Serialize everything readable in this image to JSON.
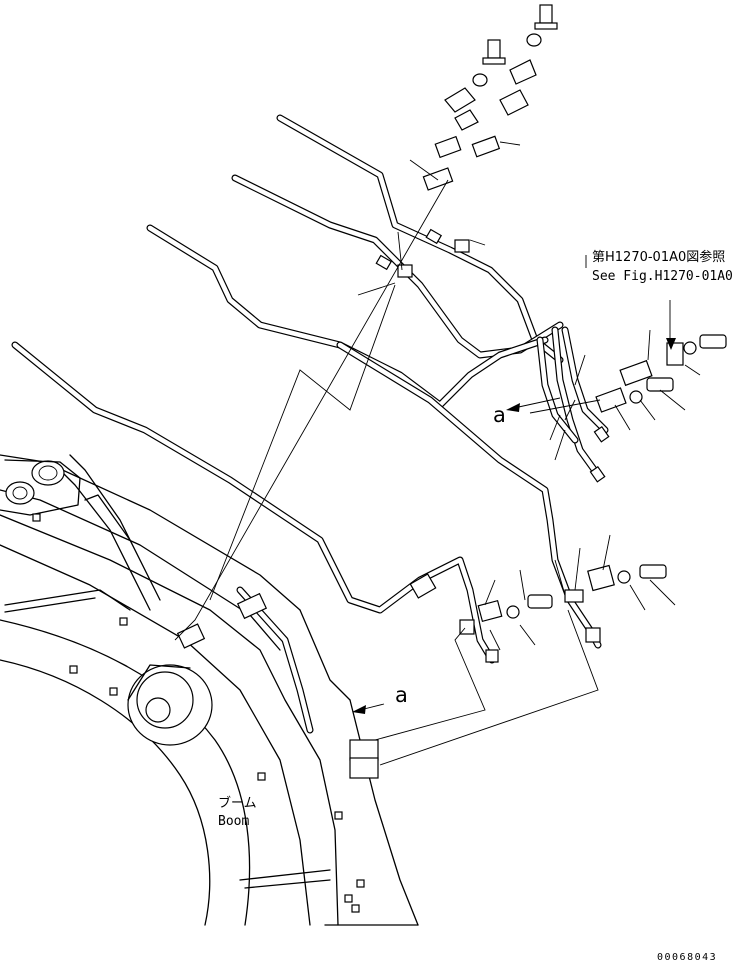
{
  "labels": {
    "ref_jp": "第H1270-01A0図参照",
    "ref_en": "See Fig.H1270-01A0",
    "boom_jp": "ブーム",
    "boom_en": "Boom",
    "view_a_1": "a",
    "view_a_2": "a",
    "drawing_number": "00068043"
  },
  "colors": {
    "line": "#000000",
    "background": "#ffffff"
  }
}
